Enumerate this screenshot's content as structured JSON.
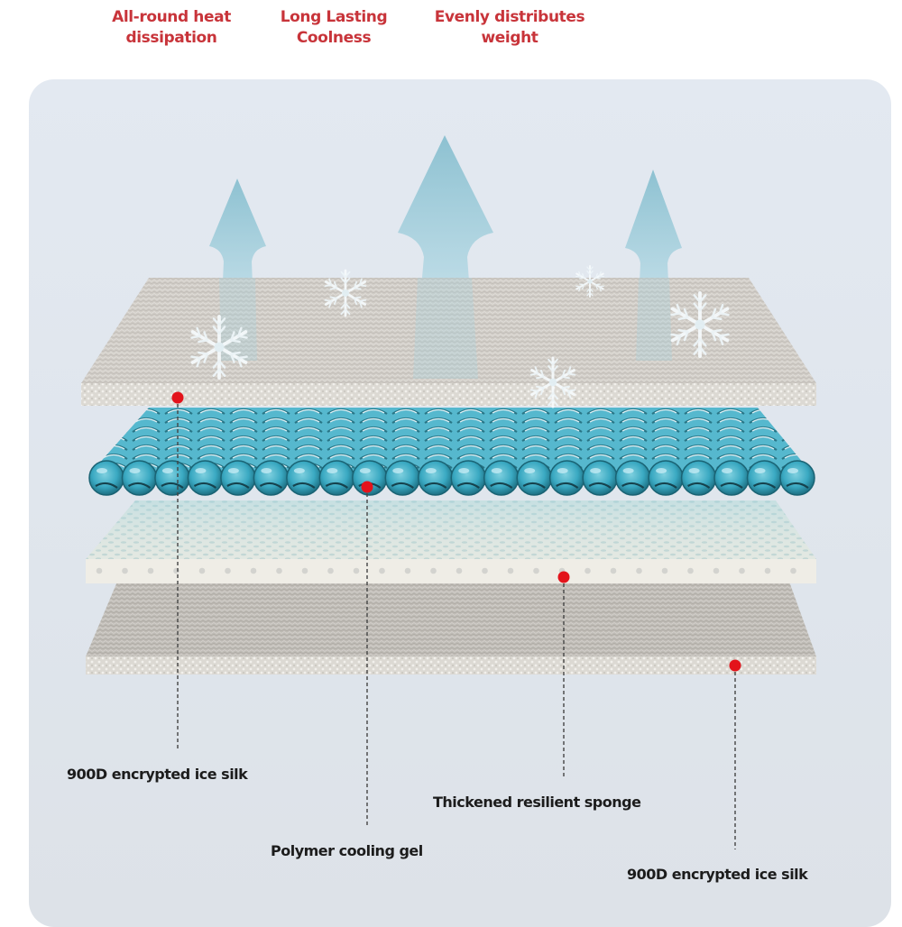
{
  "features": [
    {
      "line1": "All-round heat",
      "line2": "dissipation"
    },
    {
      "line1": "Long Lasting",
      "line2": "Coolness"
    },
    {
      "line1": "Evenly distributes",
      "line2": "weight"
    }
  ],
  "layers": [
    {
      "name": "900D encrypted ice silk",
      "kind": "top-fabric"
    },
    {
      "name": "Polymer cooling gel",
      "kind": "gel-tubes"
    },
    {
      "name": "Thickened resilient sponge",
      "kind": "sponge"
    },
    {
      "name": "900D encrypted ice silk",
      "kind": "bottom-fabric"
    }
  ],
  "icons": {
    "arrows": [
      "up-arrow-icon",
      "up-arrow-icon",
      "up-arrow-icon"
    ],
    "snowflakes": [
      "snowflake-icon",
      "snowflake-icon",
      "snowflake-icon",
      "snowflake-icon",
      "snowflake-icon"
    ],
    "marker": "red-dot-marker-icon"
  },
  "colors": {
    "feature_text": "#c8343a",
    "label_text": "#1c1c1c",
    "marker": "#e3131b",
    "gel": "#3aa9c2",
    "arrow": "#8ec3d2",
    "card_bg": "#e1e7ee"
  }
}
